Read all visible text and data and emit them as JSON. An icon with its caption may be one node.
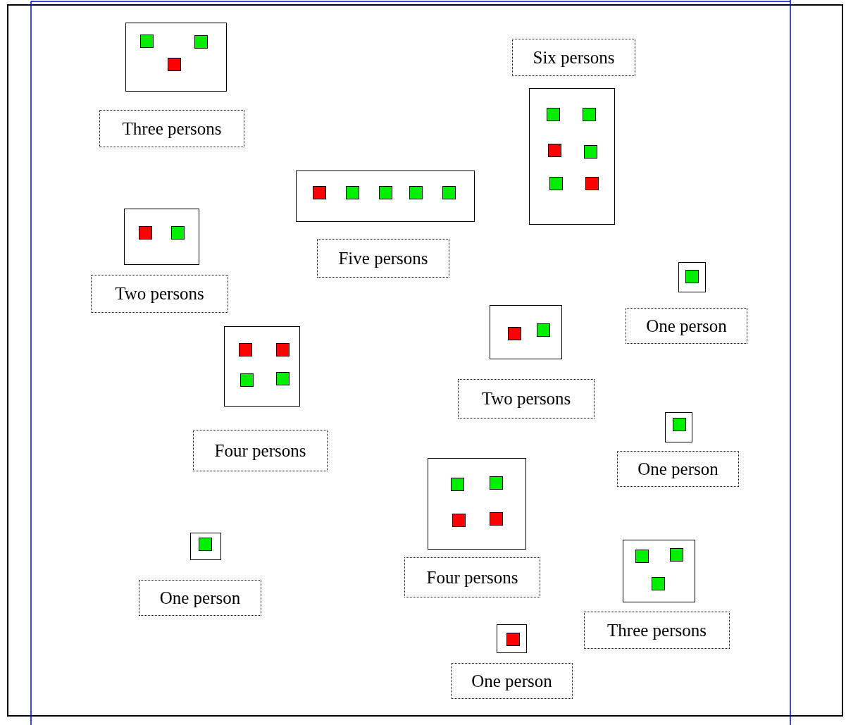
{
  "diagram": {
    "nodes": [
      {
        "text": [],
        "shape": "box"
      },
      {
        "text": [],
        "shape": "box",
        "in": 0
      },
      {
        "text": [],
        "shape": "box",
        "in": 0
      },
      {
        "text": [],
        "shape": "box",
        "in": 0
      },
      {
        "text": [
          "Three persons"
        ]
      },
      {
        "text": [
          "Six persons"
        ]
      },
      {
        "text": [],
        "shape": "box"
      },
      {
        "text": [],
        "shape": "box",
        "in": 6
      },
      {
        "text": [],
        "shape": "box",
        "in": 6
      },
      {
        "text": [],
        "shape": "box",
        "in": 6
      },
      {
        "text": [],
        "shape": "box",
        "in": 6
      },
      {
        "text": [],
        "shape": "box",
        "in": 6
      },
      {
        "text": [],
        "shape": "box",
        "in": 6
      },
      {
        "text": [],
        "shape": "box"
      },
      {
        "text": [],
        "shape": "box",
        "in": 13
      },
      {
        "text": [],
        "shape": "box",
        "in": 13
      },
      {
        "text": [],
        "shape": "box",
        "in": 13
      },
      {
        "text": [],
        "shape": "box",
        "in": 13
      },
      {
        "text": [],
        "shape": "box",
        "in": 13
      },
      {
        "text": [
          "Five persons"
        ]
      },
      {
        "text": [],
        "shape": "box"
      },
      {
        "text": [],
        "shape": "box",
        "in": 20
      },
      {
        "text": [],
        "shape": "box",
        "in": 20
      },
      {
        "text": [
          "Two persons"
        ]
      },
      {
        "text": [],
        "shape": "box"
      },
      {
        "text": [],
        "shape": "box",
        "in": 24
      },
      {
        "text": [
          "One person"
        ]
      },
      {
        "text": [],
        "shape": "box"
      },
      {
        "text": [],
        "shape": "box",
        "in": 27
      },
      {
        "text": [],
        "shape": "box",
        "in": 27
      },
      {
        "text": [],
        "shape": "box",
        "in": 27
      },
      {
        "text": [],
        "shape": "box",
        "in": 27
      },
      {
        "text": [
          "Four persons"
        ]
      },
      {
        "text": [],
        "shape": "box"
      },
      {
        "text": [],
        "shape": "box",
        "in": 33
      },
      {
        "text": [],
        "shape": "box",
        "in": 33
      },
      {
        "text": [
          "Two persons"
        ]
      },
      {
        "text": [],
        "shape": "box"
      },
      {
        "text": [],
        "shape": "box",
        "in": 37
      },
      {
        "text": [
          "One person"
        ]
      },
      {
        "text": [],
        "shape": "box"
      },
      {
        "text": [],
        "shape": "box",
        "in": 40
      },
      {
        "text": [],
        "shape": "box",
        "in": 40
      },
      {
        "text": [],
        "shape": "box",
        "in": 40
      },
      {
        "text": [],
        "shape": "box",
        "in": 40
      },
      {
        "text": [
          "Four persons"
        ]
      },
      {
        "text": [],
        "shape": "box"
      },
      {
        "text": [],
        "shape": "box",
        "in": 46
      },
      {
        "text": [
          "One person"
        ]
      },
      {
        "text": [],
        "shape": "box"
      },
      {
        "text": [],
        "shape": "box",
        "in": 49
      },
      {
        "text": [],
        "shape": "box",
        "in": 49
      },
      {
        "text": [],
        "shape": "box",
        "in": 49
      },
      {
        "text": [
          "Three persons"
        ]
      },
      {
        "text": [],
        "shape": "box"
      },
      {
        "text": [],
        "shape": "box",
        "in": 54
      },
      {
        "text": [
          "One person"
        ]
      }
    ]
  }
}
